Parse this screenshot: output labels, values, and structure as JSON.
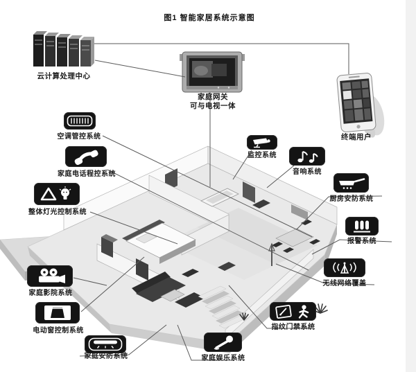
{
  "figure": {
    "title": "图1  智能家居系统示意图"
  },
  "nodes": {
    "cloud": {
      "label": "云计算处理中心",
      "icon": "server-rack-illustration"
    },
    "gateway": {
      "label_line1": "家庭网关",
      "label_line2": "可与电视一体",
      "icon": "tv-gateway-illustration"
    },
    "user": {
      "label": "终端用户",
      "icon": "smartphone-illustration"
    }
  },
  "systems": [
    {
      "id": "hvac",
      "label": "空调管控系统",
      "icon": "ac-vent-icon"
    },
    {
      "id": "telephone",
      "label": "家庭电话程控系统",
      "icon": "phone-handset-icon"
    },
    {
      "id": "lighting",
      "label": "整体灯光控制系统",
      "icon": "triangle-bulb-icon"
    },
    {
      "id": "home-theater",
      "label": "家庭影院系统",
      "icon": "film-projector-icon"
    },
    {
      "id": "motor-window",
      "label": "电动窗控制系统",
      "icon": "curtain-window-icon"
    },
    {
      "id": "home-security",
      "label": "家庭安防系统",
      "icon": "security-slot-icon"
    },
    {
      "id": "entertainment",
      "label": "家庭娱乐系统",
      "icon": "microphone-icon"
    },
    {
      "id": "fingerprint-access",
      "label": "指纹门禁系统",
      "icon": "keycard-person-icon"
    },
    {
      "id": "wireless-coverage",
      "label": "无线网络覆盖",
      "icon": "antenna-waves-icon"
    },
    {
      "id": "alarm",
      "label": "报警系统",
      "icon": "siren-bars-icon"
    },
    {
      "id": "kitchen-security",
      "label": "厨房安防系统",
      "icon": "frying-pan-icon"
    },
    {
      "id": "audio",
      "label": "音响系统",
      "icon": "music-notes-icon"
    },
    {
      "id": "surveillance",
      "label": "监控系统",
      "icon": "cctv-camera-icon"
    }
  ],
  "colors": {
    "badge_bg": "#141414",
    "badge_glyph": "#ffffff",
    "line": "#5a5a5a",
    "text": "#1b1b1b",
    "background": "#ffffff"
  }
}
